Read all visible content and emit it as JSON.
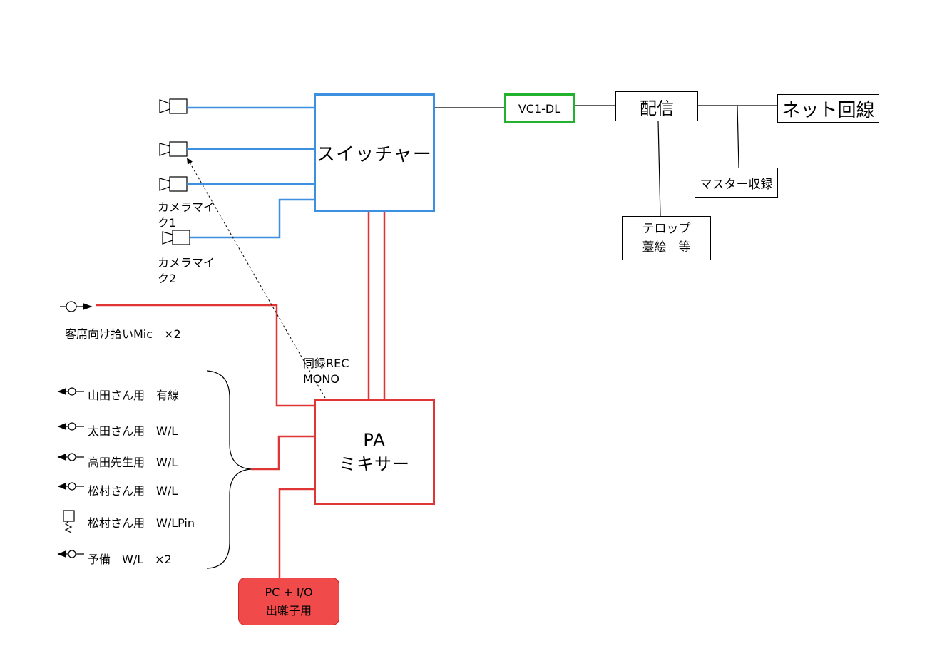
{
  "diagram": {
    "nodes": {
      "switcher": "スイッチャー",
      "mixer": "PA\nミキサー",
      "vc1": "VC1-DL",
      "haishin": "配信",
      "net": "ネット回線",
      "master": "マスター収録",
      "telop": "テロップ\n薹絵　等",
      "pc": "PC + I/O\n出囃子用"
    },
    "labels": {
      "camera_mic1": "カメラマイ\nク1",
      "camera_mic2": "カメラマイ\nク2",
      "audience_mic": "客席向け拾いMic　×2",
      "rec_mono": "同録REC\nMONO"
    },
    "mic_list": [
      {
        "label": "山田さん用　有線",
        "icon": "handheld-mic-icon"
      },
      {
        "label": "太田さん用　W/L",
        "icon": "handheld-mic-icon"
      },
      {
        "label": "高田先生用　W/L",
        "icon": "handheld-mic-icon"
      },
      {
        "label": "松村さん用　W/L",
        "icon": "handheld-mic-icon"
      },
      {
        "label": "松村さん用　W/LPin",
        "icon": "pin-mic-icon"
      },
      {
        "label": "予備　W/L　×2",
        "icon": "handheld-mic-icon"
      }
    ],
    "colors": {
      "video_line": "#3d8fe0",
      "audio_line": "#e03535",
      "vc1_border": "#22b22e",
      "pc_fill": "#f04a4a"
    }
  }
}
